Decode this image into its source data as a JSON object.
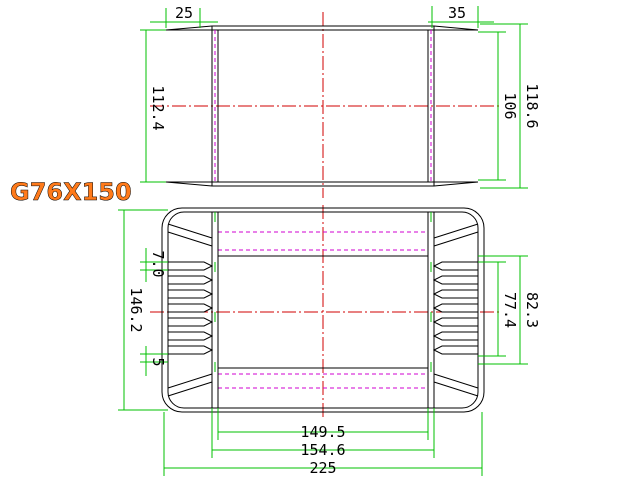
{
  "title": "G76X150",
  "colors": {
    "outline": "#000000",
    "dimension": "#00c000",
    "centerline": "#d00000",
    "hidden": "#d000d0",
    "title": "#ff7a1a"
  },
  "top_view": {
    "dims": {
      "left_flange": "25",
      "right_flange": "35",
      "left_height": "112.4",
      "inner_height": "106",
      "outer_height": "118.6"
    }
  },
  "bottom_view": {
    "dims": {
      "overall_height": "146.2",
      "fin_pitch": "7.0",
      "fin_offset": "5",
      "inner_window": "77.4",
      "outer_window": "82.3",
      "inner_width": "149.5",
      "mid_width": "154.6",
      "overall_width": "225"
    }
  }
}
